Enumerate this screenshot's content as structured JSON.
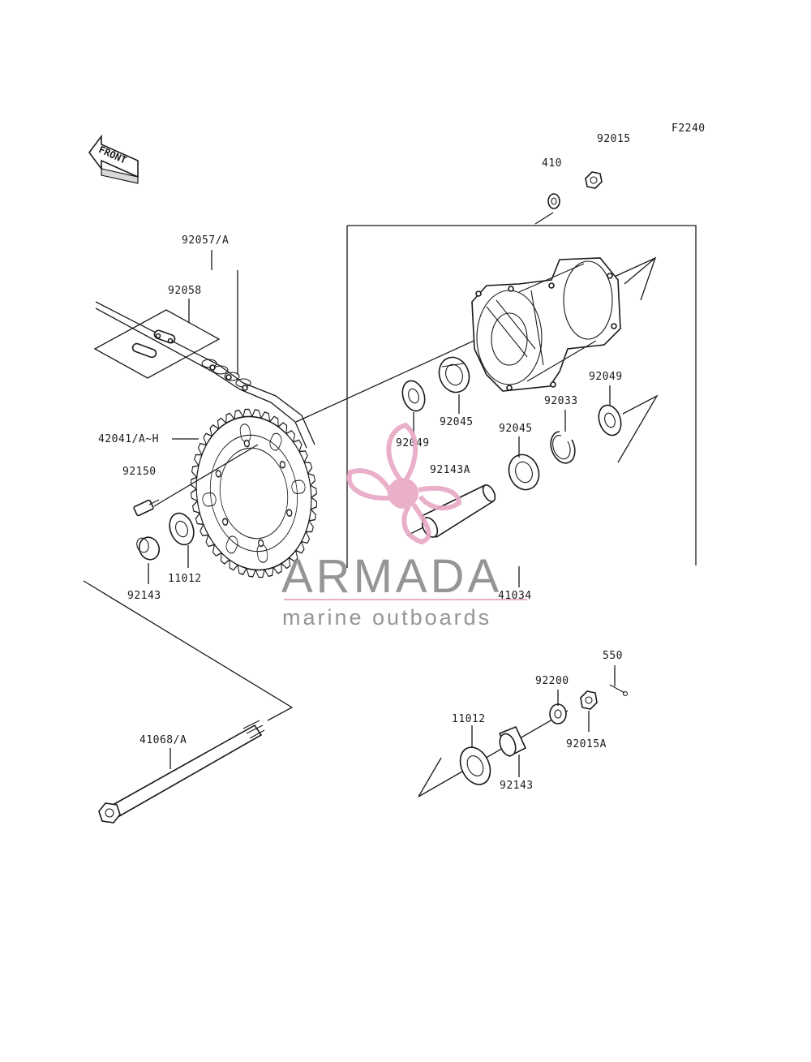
{
  "figure_code": "F2240",
  "front_label": "FRONT",
  "watermark": {
    "brand": "ARMADA",
    "tagline": "marine outboards",
    "logo_color": "#e8a8c4",
    "text_color": "#8a8a8a"
  },
  "labels": {
    "p92015": "92015",
    "p410": "410",
    "p92057": "92057/A",
    "p92058": "92058",
    "p42041": "42041/A~H",
    "p92150": "92150",
    "p92049a": "92049",
    "p92045a": "92045",
    "p92049b": "92049",
    "p92033": "92033",
    "p92045b": "92045",
    "p92143A": "92143A",
    "p11012a": "11012",
    "p92143a": "92143",
    "p41034": "41034",
    "p550": "550",
    "p92200": "92200",
    "p11012b": "11012",
    "p92015A": "92015A",
    "p92143b": "92143",
    "p41068": "41068/A"
  }
}
